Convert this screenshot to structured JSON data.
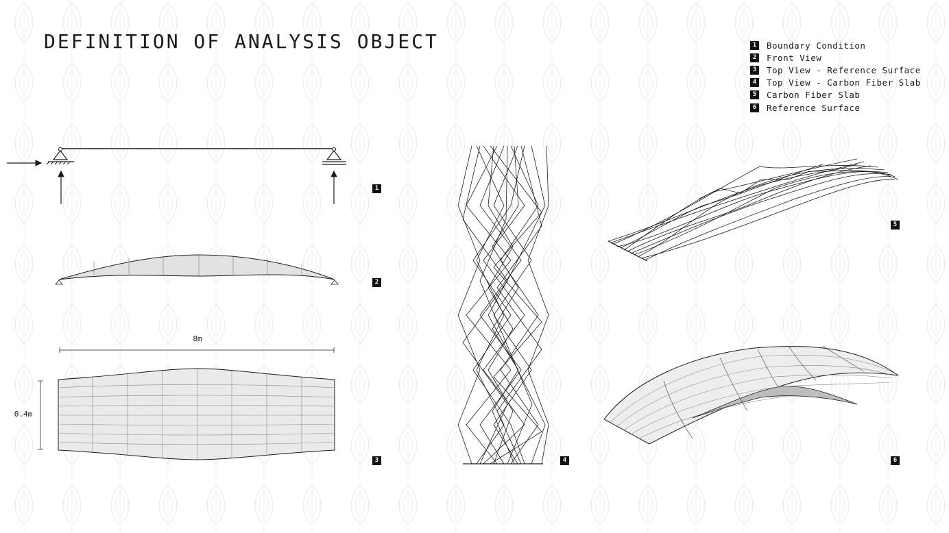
{
  "title": "DEFINITION OF ANALYSIS OBJECT",
  "legend": [
    {
      "num": "1",
      "label": "Boundary Condition"
    },
    {
      "num": "2",
      "label": "Front View"
    },
    {
      "num": "3",
      "label": "Top View - Reference Surface"
    },
    {
      "num": "4",
      "label": "Top View - Carbon Fiber Slab"
    },
    {
      "num": "5",
      "label": "Carbon Fiber Slab"
    },
    {
      "num": "6",
      "label": "Reference Surface"
    }
  ],
  "badges": {
    "b1": "1",
    "b2": "2",
    "b3": "3",
    "b4": "4",
    "b5": "5",
    "b6": "6"
  },
  "dimensions": {
    "length": "8m",
    "width": "0.4m"
  },
  "colors": {
    "ink": "#1a1a1a",
    "fill": "#e2e2e2",
    "pattern": "#ececec"
  }
}
